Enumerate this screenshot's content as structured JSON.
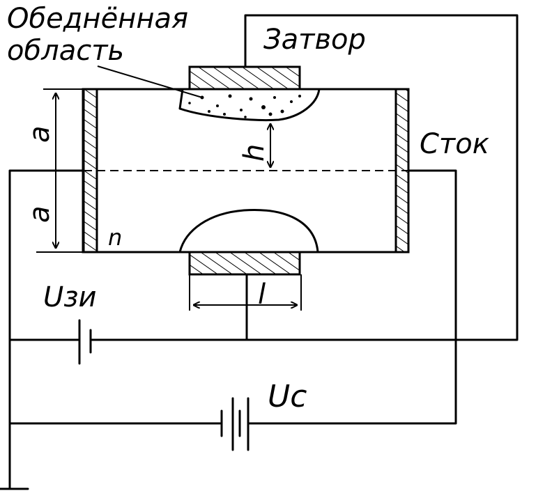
{
  "labels": {
    "depletion_line1": "Обеднённая",
    "depletion_line2": "область",
    "gate": "Затвор",
    "drain": "Сток",
    "dim_a_top": "a",
    "dim_a_bottom": "a",
    "dim_h": "h",
    "n_region": "n",
    "dim_l": "l",
    "u_gate": "Uзи",
    "u_drain": "Uc"
  },
  "colors": {
    "ink": "#000000",
    "paper": "#ffffff"
  }
}
